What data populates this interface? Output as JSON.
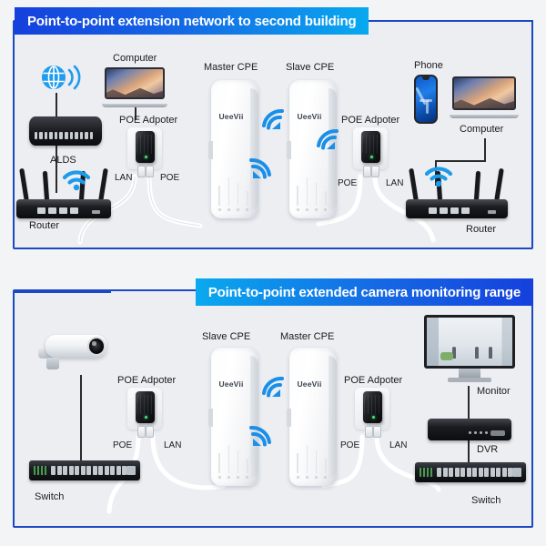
{
  "page": {
    "background_color": "#f3f4f6",
    "panel_border_color": "#1b49c4",
    "panel_fill_color": "#eceef2",
    "accent_blue": "#1540dd",
    "accent_cyan": "#08a9ef"
  },
  "panels": [
    {
      "id": "top",
      "title": "Point-to-point extension network to second building",
      "labels": {
        "computer_left": "Computer",
        "poe_adapter_left": "POE Adpoter",
        "lan_left": "LAN",
        "poe_left": "POE",
        "alds": "ALDS",
        "router_left": "Router",
        "master_cpe": "Master CPE",
        "slave_cpe": "Slave CPE",
        "cpe_brand": "UeeVii",
        "poe_adapter_right": "POE Adpoter",
        "poe_right": "POE",
        "lan_right": "LAN",
        "phone": "Phone",
        "computer_right": "Computer",
        "router_right": "Router"
      }
    },
    {
      "id": "bottom",
      "title": "Point-to-point extended camera monitoring range",
      "labels": {
        "poe_adapter_left": "POE Adpoter",
        "poe_left": "POE",
        "lan_left": "LAN",
        "switch_left": "Switch",
        "slave_cpe": "Slave CPE",
        "master_cpe": "Master CPE",
        "cpe_brand": "UeeVii",
        "poe_adapter_right": "POE Adpoter",
        "poe_right": "POE",
        "lan_right": "LAN",
        "monitor": "Monitor",
        "dvr": "DVR",
        "switch_right": "Switch"
      }
    }
  ]
}
